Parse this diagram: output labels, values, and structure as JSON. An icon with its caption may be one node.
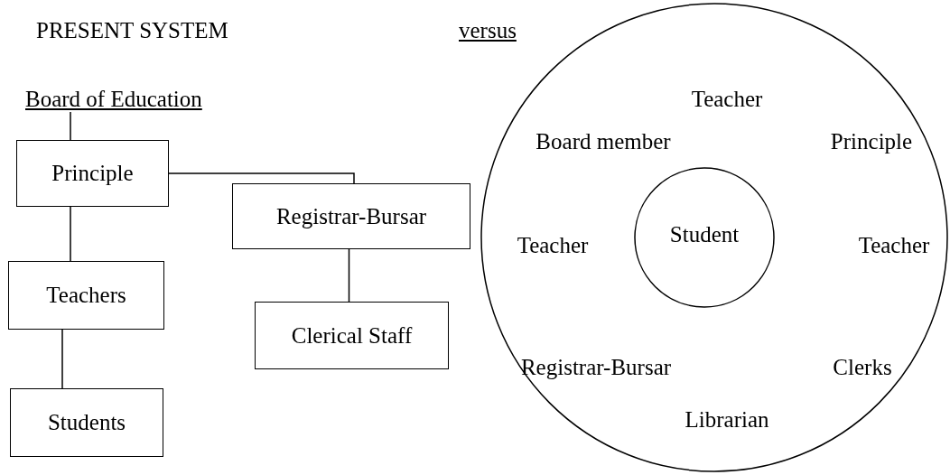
{
  "diagram": {
    "nodes": [
      {
        "text": [
          "Board of Education"
        ]
      },
      {
        "text": [
          "Principle"
        ]
      },
      {
        "text": [
          "Registrar-Bursar"
        ]
      },
      {
        "text": [
          "Teachers"
        ]
      },
      {
        "text": [
          "Clerical Staff"
        ]
      },
      {
        "text": [
          "Students"
        ]
      },
      {
        "text": [
          "Teacher",
          "Board member",
          "Principle",
          "Teacher",
          "Teacher",
          "Registrar-Bursar",
          "Clerks",
          "Librarian"
        ]
      },
      {
        "text": [
          "Student"
        ],
        "in": 6
      }
    ],
    "edges": [
      {
        "from": 0,
        "to": 1,
        "arrow": "none"
      },
      {
        "from": 1,
        "to": 2,
        "arrow": "none"
      },
      {
        "from": 1,
        "to": 3,
        "arrow": "none"
      },
      {
        "from": 3,
        "to": 5,
        "arrow": "none"
      },
      {
        "from": 2,
        "to": 4,
        "arrow": "none"
      }
    ],
    "labels": [
      "PRESENT SYSTEM",
      "versus"
    ]
  }
}
